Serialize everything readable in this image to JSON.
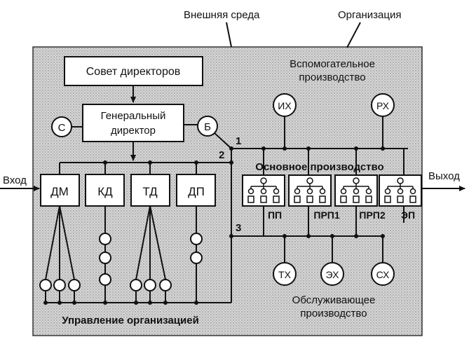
{
  "labels": {
    "external_env": "Внешняя среда",
    "organization": "Организация",
    "input": "Вход",
    "output": "Выход",
    "board": "Совет директоров",
    "gen_director_line1": "Генеральный",
    "gen_director_line2": "директор",
    "c": "С",
    "b": "Б",
    "aux_line1": "Вспомогательное",
    "aux_line2": "производство",
    "main_production": "Основное производство",
    "service_line1": "Обслуживающее",
    "service_line2": "производство",
    "management": "Управление организацией",
    "bus1": "1",
    "bus2": "2",
    "bus3": "3"
  },
  "departments": [
    "ДМ",
    "КД",
    "ТД",
    "ДП"
  ],
  "aux_units": [
    "ИХ",
    "РХ"
  ],
  "service_units": [
    "ТХ",
    "ЭХ",
    "СХ"
  ],
  "production_units": [
    "ПП",
    "ПРП1",
    "ПРП2",
    "ЭП"
  ],
  "colors": {
    "panel": "#cfcfcf",
    "ink": "#111111",
    "box": "#ffffff"
  }
}
